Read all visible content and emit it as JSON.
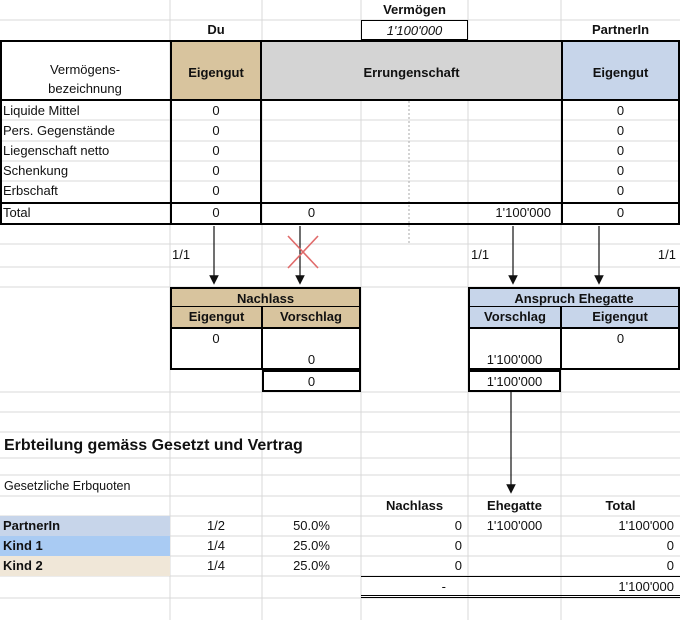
{
  "top": {
    "vermoegen_label": "Vermögen",
    "vermoegen_value": "1'100'000",
    "du_label": "Du",
    "partner_label": "PartnerIn"
  },
  "main_table": {
    "col_header_name": "Vermögens-\nbezeichnung",
    "col_header_name_line1": "Vermögens-",
    "col_header_name_line2": "bezeichnung",
    "col_eigengut_du": "Eigengut",
    "col_errungenschaft": "Errungenschaft",
    "col_eigengut_partner": "Eigengut",
    "rows": [
      {
        "label": "Liquide Mittel",
        "du": "0",
        "partner": "0"
      },
      {
        "label": "Pers. Gegenstände",
        "du": "0",
        "partner": "0"
      },
      {
        "label": "Liegenschaft netto",
        "du": "0",
        "partner": "0"
      },
      {
        "label": "Schenkung",
        "du": "0",
        "partner": "0"
      },
      {
        "label": "Erbschaft",
        "du": "0",
        "partner": "0"
      }
    ],
    "total": {
      "label": "Total",
      "du": "0",
      "err_left": "0",
      "err_right": "1'100'000",
      "partner": "0"
    }
  },
  "fractions": {
    "a": "1/1",
    "b": "1/1",
    "c": "1/1"
  },
  "nachlass": {
    "title": "Nachlass",
    "col_eigengut": "Eigengut",
    "col_vorschlag": "Vorschlag",
    "r1_eigengut": "0",
    "r2_vorschlag": "0",
    "r3_vorschlag": "0"
  },
  "anspruch": {
    "title": "Anspruch Ehegatte",
    "col_vorschlag": "Vorschlag",
    "col_eigengut": "Eigengut",
    "r1_eigengut": "0",
    "r2_vorschlag": "1'100'000",
    "r3_vorschlag": "1'100'000"
  },
  "section_title": "Erbteilung gemäss Gesetzt und Vertrag",
  "sub_title": "Gesetzliche Erbquoten",
  "erb_table": {
    "col_nachlass": "Nachlass",
    "col_ehegatte": "Ehegatte",
    "col_total": "Total",
    "rows": [
      {
        "name": "PartnerIn",
        "quote": "1/2",
        "pct": "50.0%",
        "nachlass": "0",
        "ehegatte": "1'100'000",
        "total": "1'100'000",
        "color": "#c7d5ea"
      },
      {
        "name": "Kind 1",
        "quote": "1/4",
        "pct": "25.0%",
        "nachlass": "0",
        "ehegatte": "",
        "total": "0",
        "color": "#a9cbf3"
      },
      {
        "name": "Kind 2",
        "quote": "1/4",
        "pct": "25.0%",
        "nachlass": "0",
        "ehegatte": "",
        "total": "0",
        "color": "#f0e7d8"
      }
    ],
    "sum_nachlass": "-",
    "sum_total": "1'100'000"
  },
  "colors": {
    "eigengut": "#d8c49e",
    "errungenschaft": "#d4d4d4",
    "partner": "#c7d5ea",
    "gridline": "#d9d9d9",
    "cross": "#e06a6a"
  }
}
